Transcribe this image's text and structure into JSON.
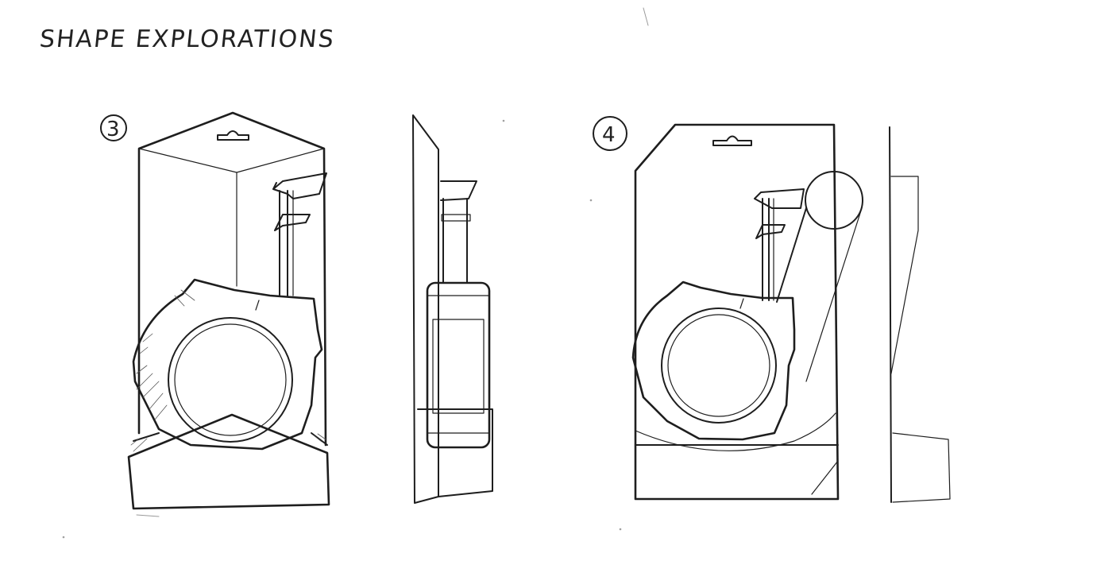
{
  "title": "SHAPE EXPLORATIONS",
  "concepts": [
    {
      "number": "3"
    },
    {
      "number": "4"
    }
  ]
}
